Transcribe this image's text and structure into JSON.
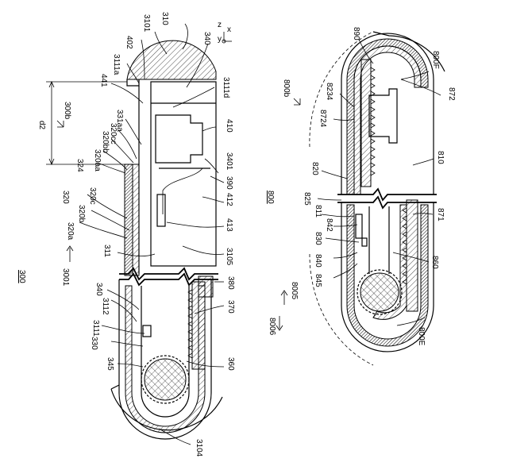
{
  "labels": {
    "l3101": "3101",
    "l310": "310",
    "l402": "402",
    "l340a": "340",
    "l3111a": "3111a",
    "l441": "441",
    "l3111d": "3111d",
    "l300b": "300b",
    "l331aa": "331aa",
    "l320cc": "320cc",
    "l320bb": "320bb",
    "l320aa": "320aa",
    "ld2": "d2",
    "l410": "410",
    "l3401": "3401",
    "l390": "390",
    "l324": "324",
    "l412": "412",
    "l320": "320",
    "l320c": "320c",
    "l320b": "320b",
    "l320a": "320a",
    "l413": "413",
    "l311": "311",
    "l3105": "3105",
    "l300": "300",
    "l3001": "3001",
    "l340b": "340",
    "l3112": "3112",
    "l380": "380",
    "l370": "370",
    "l3111": "3111",
    "l330": "330",
    "l345": "345",
    "l360": "360",
    "l3104": "3104",
    "lz": "z",
    "lx": "x",
    "ly": "y",
    "l890": "890",
    "l800F": "800F",
    "l800b": "800b",
    "l8234": "8234",
    "l8724": "8724",
    "l872": "872",
    "l810": "810",
    "l820": "820",
    "l800": "800",
    "l825": "825",
    "l811": "811",
    "l842": "842",
    "l871": "871",
    "l830": "830",
    "l840": "840",
    "l845": "845",
    "l860": "860",
    "l8005": "8005",
    "l8006": "8006",
    "l800E": "800E"
  }
}
